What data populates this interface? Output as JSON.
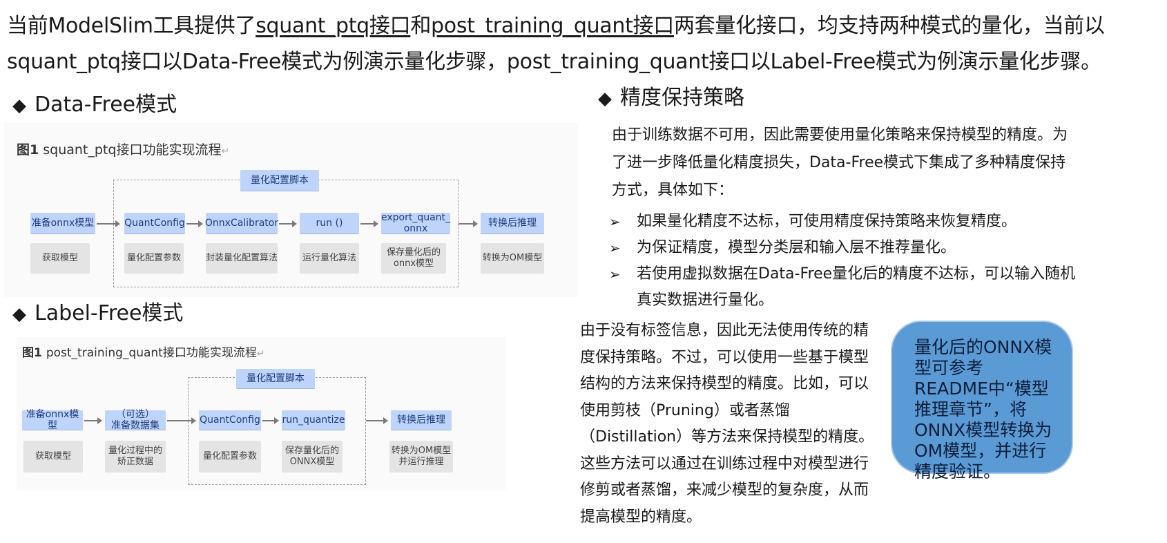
{
  "intro": {
    "line1_a": "当前ModelSlim工具提供了",
    "link1": "squant_ptq接口",
    "line1_b": "和",
    "link2": "post_training_quant接口",
    "line1_c": "两套量化接口，均支持两种模式的量化，当前以",
    "line2": "squant_ptq接口以Data-Free模式为例演示量化步骤，post_training_quant接口以Label-Free模式为例演示量化步骤。"
  },
  "data_free": {
    "heading": "Data-Free模式",
    "fig_label": "图1",
    "fig_caption": "squant_ptq接口功能实现流程",
    "dashed_label": "量化配置脚本",
    "flow": [
      "准备onnx模型",
      "QuantConfig",
      "OnnxCalibrator",
      "run ()",
      "export_quant_\nonnx",
      "转换后推理"
    ],
    "subs": [
      "获取模型",
      "量化配置参数",
      "封装量化配置算法",
      "运行量化算法",
      "保存量化后的\nonnx模型",
      "转换为OM模型"
    ]
  },
  "label_free": {
    "heading": "Label-Free模式",
    "fig_label": "图1",
    "fig_caption": "post_training_quant接口功能实现流程",
    "dashed_label": "量化配置脚本",
    "flow": [
      "准备onnx模型",
      "（可选）\n准备数据集",
      "QuantConfig",
      "run_quantize",
      "转换后推理"
    ],
    "subs": [
      "获取模型",
      "量化过程中的\n矫正数据",
      "量化配置参数",
      "保存量化后的\nONNX模型",
      "转换为OM模型\n并运行推理"
    ]
  },
  "strategy": {
    "heading": "精度保持策略",
    "intro": "由于训练数据不可用，因此需要使用量化策略来保持模型的精度。为了进一步降低量化精度损失，Data-Free模式下集成了多种精度保持方式，具体如下：",
    "bullets": [
      "如果量化精度不达标，可使用精度保持策略来恢复精度。",
      "为保证精度，模型分类层和输入层不推荐量化。",
      "若使用虚拟数据在Data-Free量化后的精度不达标，可以输入随机真实数据进行量化。"
    ],
    "bullet_marker": "➢"
  },
  "label_free_text": "由于没有标签信息，因此无法使用传统的精度保持策略。不过，可以使用一些基于模型结构的方法来保持模型的精度。比如，可以使用剪枝（Pruning）或者蒸馏（Distillation）等方法来保持模型的精度。这些方法可以通过在训练过程中对模型进行修剪或者蒸馏，来减少模型的复杂度，从而提高模型的精度。",
  "callout": "量化后的ONNX模型可参考README中“模型推理章节”，将ONNX模型转换为OM模型，并进行精度验证。",
  "heading_marker": "◆",
  "colors": {
    "flow_box": "#bfd4fb",
    "sub_box": "#e4e4e4",
    "callout": "#5b9bd5"
  }
}
